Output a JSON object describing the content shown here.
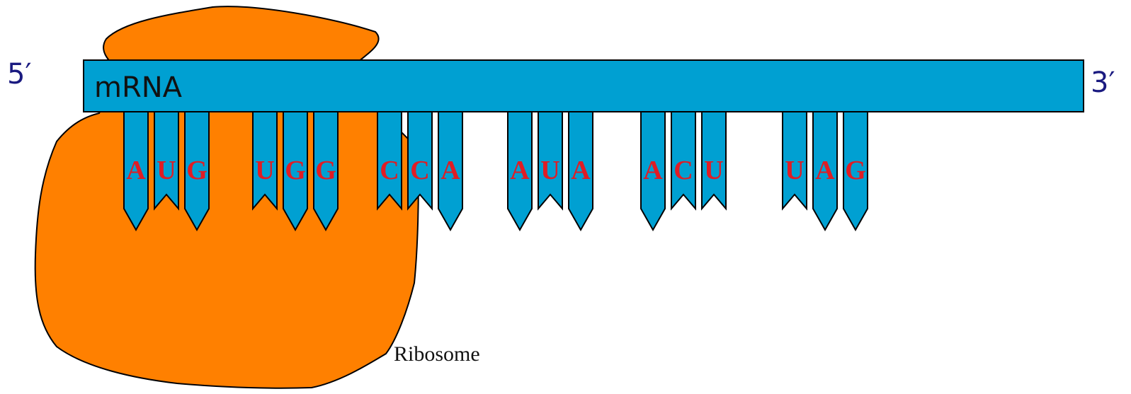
{
  "diagram": {
    "five_prime_label": "5′",
    "three_prime_label": "3′",
    "mrna_label": "mRNA",
    "ribosome_label": "Ribosome",
    "codons": [
      {
        "bases": [
          "A",
          "U",
          "G"
        ]
      },
      {
        "bases": [
          "U",
          "G",
          "G"
        ]
      },
      {
        "bases": [
          "C",
          "C",
          "A"
        ]
      },
      {
        "bases": [
          "A",
          "U",
          "A"
        ]
      },
      {
        "bases": [
          "A",
          "C",
          "U"
        ]
      },
      {
        "bases": [
          "U",
          "A",
          "G"
        ]
      }
    ]
  },
  "colors": {
    "mrna_strand": "#00a0d2",
    "ribosome": "#ff8000",
    "base_letter": "#e01c24",
    "outline": "#000000",
    "end_label": "#1a1a80"
  }
}
